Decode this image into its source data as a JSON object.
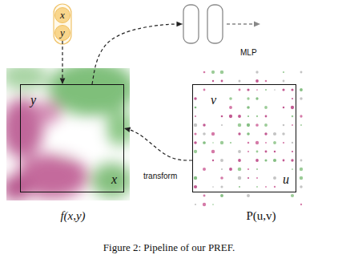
{
  "diagram": {
    "caption": "Figure 2: Pipeline of our PREF.",
    "nodes": [
      {
        "text": [
          "x"
        ]
      },
      {
        "text": [
          "y"
        ]
      },
      {
        "text": [
          "MLP"
        ]
      },
      {
        "text": [
          "y",
          "x",
          "f(x,y)"
        ]
      },
      {
        "text": [
          "v",
          "u",
          "P(u,v)"
        ]
      }
    ],
    "edges": [
      {
        "from": 1,
        "to": 3,
        "arrow": "to"
      },
      {
        "from": 3,
        "to": 2,
        "arrow": "to"
      },
      {
        "from": 4,
        "to": 3,
        "label": "transform",
        "arrow": "to"
      }
    ]
  }
}
